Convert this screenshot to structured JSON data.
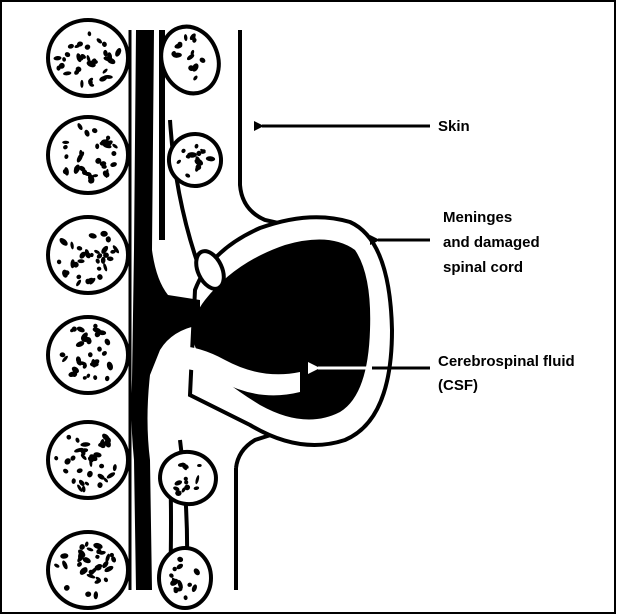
{
  "colors": {
    "ink": "#000000",
    "paper": "#ffffff"
  },
  "labels": {
    "skin": "Skin",
    "meninges_line1": "Meninges",
    "meninges_line2": "and damaged",
    "meninges_line3": "spinal cord",
    "csf_line1": "Cerebrospinal fluid",
    "csf_line2": "(CSF)"
  }
}
